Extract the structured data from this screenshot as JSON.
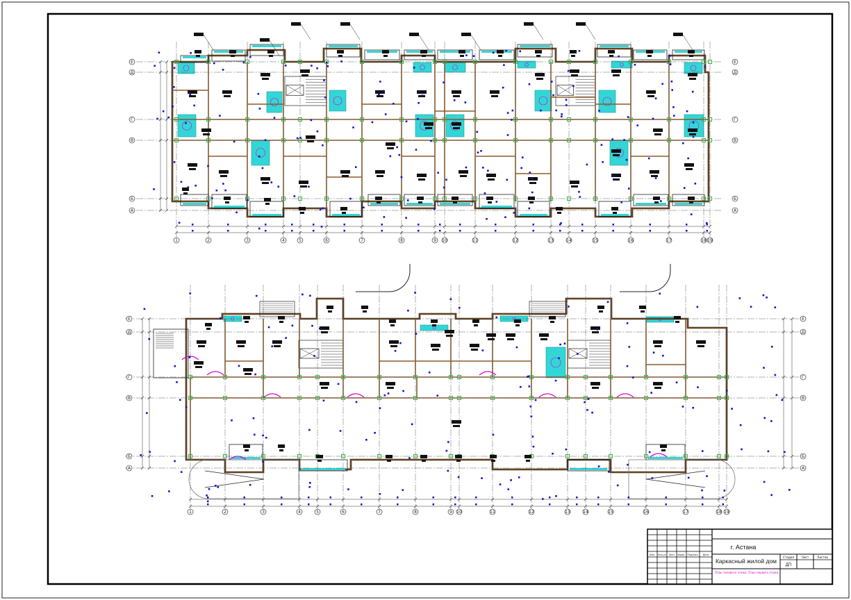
{
  "title_block": {
    "city": "г. Астана",
    "project": "Каркасный жилой дом",
    "stage": "ДП",
    "note": "План типового этажа. План первого этажа.",
    "columns": [
      "Изм.",
      "Кол.уч",
      "Лист",
      "№док.",
      "Подпись",
      "Дата"
    ],
    "stage_header": "Стадия",
    "sheet_header": "Лист",
    "sheets_header": "Листов"
  },
  "plan_top": {
    "axes_bottom": [
      "1",
      "2",
      "3",
      "4",
      "5",
      "6",
      "7",
      "8",
      "9",
      "10",
      "11",
      "12",
      "13",
      "14",
      "15",
      "16",
      "17",
      "18",
      "19"
    ],
    "axes_left": [
      "Е",
      "Д",
      "Г",
      "В",
      "Б",
      "А"
    ]
  },
  "plan_bottom": {
    "axes_bottom": [
      "1",
      "2",
      "3",
      "4",
      "5",
      "6",
      "7",
      "8",
      "9",
      "10",
      "11",
      "12",
      "13",
      "14",
      "15",
      "16",
      "17",
      "18",
      "19"
    ],
    "axes_left": [
      "Е",
      "Д",
      "Г",
      "В",
      "Б",
      "А"
    ]
  },
  "colors": {
    "wall": "#8b5a2b",
    "grid": "#3fae49",
    "bathroom": "#33d6d6",
    "marker": "#1111cc",
    "tag": "#111111",
    "accent": "#d400d4"
  }
}
